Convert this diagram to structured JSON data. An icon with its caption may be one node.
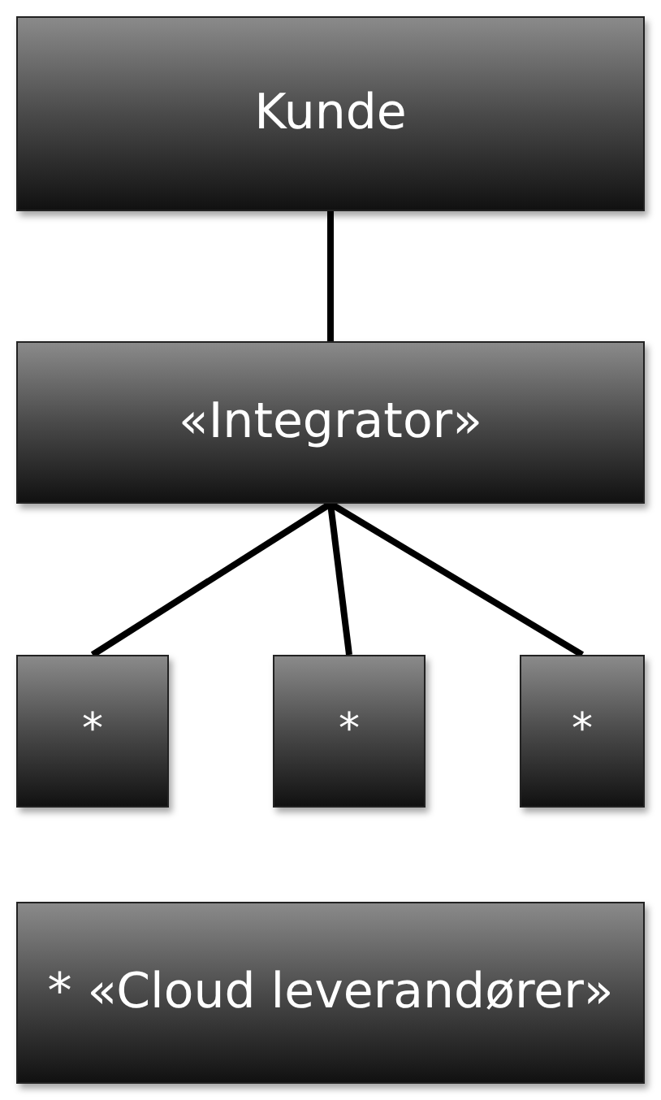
{
  "diagram": {
    "nodes": [
      {
        "text": [
          "Kunde"
        ]
      },
      {
        "text": [
          "«Integrator»"
        ]
      },
      {
        "text": [
          "*"
        ]
      },
      {
        "text": [
          "*"
        ]
      },
      {
        "text": [
          "*"
        ]
      },
      {
        "text": [
          "* «Cloud leverandører»"
        ]
      }
    ],
    "edges": [
      {
        "from": 0,
        "to": 1,
        "arrow": "none"
      },
      {
        "from": 1,
        "to": 2,
        "arrow": "none"
      },
      {
        "from": 1,
        "to": 3,
        "arrow": "none"
      },
      {
        "from": 1,
        "to": 4,
        "arrow": "none"
      }
    ]
  }
}
